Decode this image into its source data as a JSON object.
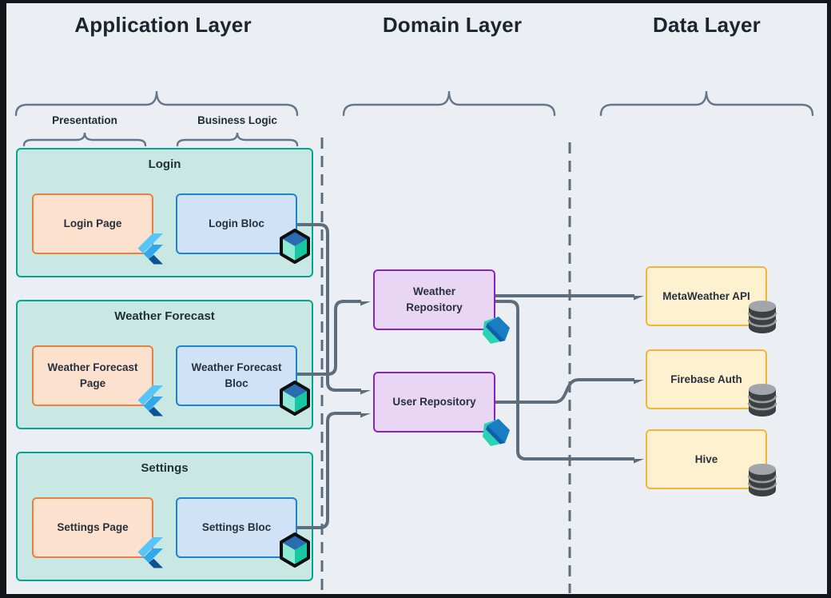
{
  "headers": {
    "application": "Application Layer",
    "domain": "Domain Layer",
    "data": "Data Layer"
  },
  "application": {
    "sublabels": {
      "presentation": "Presentation",
      "business_logic": "Business Logic"
    },
    "groups": [
      {
        "title": "Login",
        "page": "Login Page",
        "bloc": "Login Bloc"
      },
      {
        "title": "Weather Forecast",
        "page": "Weather Forecast Page",
        "bloc": "Weather Forecast Bloc"
      },
      {
        "title": "Settings",
        "page": "Settings Page",
        "bloc": "Settings Bloc"
      }
    ]
  },
  "domain": {
    "boxes": [
      {
        "label": "Weather Repository"
      },
      {
        "label": "User Repository"
      }
    ]
  },
  "data_layer": {
    "boxes": [
      {
        "label": "MetaWeather API"
      },
      {
        "label": "Firebase Auth"
      },
      {
        "label": "Hive"
      }
    ]
  },
  "connections": [
    {
      "from": "Login Bloc",
      "to": "User Repository"
    },
    {
      "from": "Weather Forecast Bloc",
      "to": "Weather Repository"
    },
    {
      "from": "Settings Bloc",
      "to": "User Repository"
    },
    {
      "from": "Weather Repository",
      "to": "MetaWeather API"
    },
    {
      "from": "Weather Repository",
      "to": "Hive"
    },
    {
      "from": "User Repository",
      "to": "Firebase Auth"
    }
  ],
  "icons": {
    "page_icon": "flutter-logo-icon",
    "bloc_icon": "bloc-cube-icon",
    "repository_icon": "dart-logo-icon",
    "datasource_icon": "database-icon"
  },
  "colors": {
    "background": "#ebeff4",
    "frame": "#14161a",
    "group_fill": "#c9e8e3",
    "group_border": "#00a693",
    "page_fill": "#fbe1ce",
    "page_border": "#e8803f",
    "bloc_fill": "#cfe2f6",
    "bloc_border": "#1d83d4",
    "repo_fill": "#e9d6f5",
    "repo_border": "#8b21cc",
    "data_fill": "#fdf1d0",
    "data_border": "#f3b43a",
    "connector": "#5d6d7c",
    "text": "#222c38"
  }
}
